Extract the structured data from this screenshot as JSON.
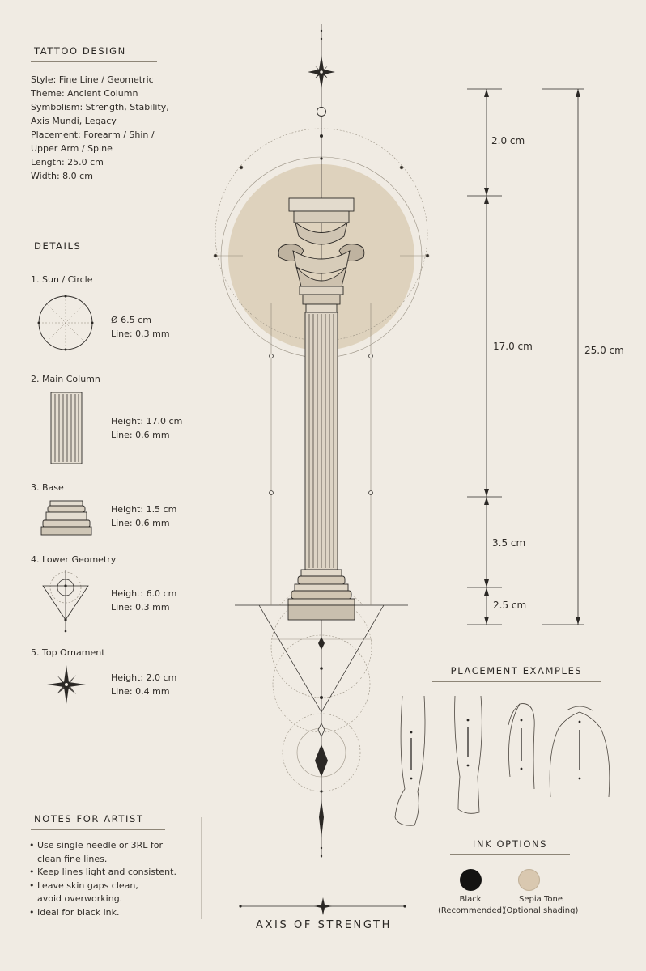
{
  "tattoo_design": {
    "heading": "TATTOO DESIGN",
    "lines": [
      "Style: Fine Line / Geometric",
      "Theme: Ancient Column",
      "Symbolism: Strength, Stability,",
      "Axis Mundi, Legacy",
      "Placement: Forearm / Shin /",
      "Upper Arm / Spine",
      "Length: 25.0 cm",
      "Width: 8.0 cm"
    ]
  },
  "details": {
    "heading": "DETAILS",
    "items": [
      {
        "title": "1. Sun / Circle",
        "spec1": "Ø 6.5 cm",
        "spec2": "Line: 0.3 mm"
      },
      {
        "title": "2. Main Column",
        "spec1": "Height: 17.0 cm",
        "spec2": "Line: 0.6 mm"
      },
      {
        "title": "3. Base",
        "spec1": "Height: 1.5 cm",
        "spec2": "Line: 0.6 mm"
      },
      {
        "title": "4. Lower Geometry",
        "spec1": "Height: 6.0 cm",
        "spec2": "Line: 0.3 mm"
      },
      {
        "title": "5. Top Ornament",
        "spec1": "Height: 2.0 cm",
        "spec2": "Line: 0.4 mm"
      }
    ]
  },
  "dimensions": {
    "top": "2.0 cm",
    "column": "17.0 cm",
    "lower": "3.5 cm",
    "base": "2.5 cm",
    "total": "25.0 cm"
  },
  "notes": {
    "heading": "NOTES FOR ARTIST",
    "items": [
      {
        "line1": "Use single needle or 3RL for",
        "line2": "clean fine lines."
      },
      {
        "line1": "Keep lines light and consistent.",
        "line2": ""
      },
      {
        "line1": "Leave skin gaps clean,",
        "line2": "avoid overworking."
      },
      {
        "line1": "Ideal for black ink.",
        "line2": ""
      }
    ]
  },
  "placement": {
    "heading": "PLACEMENT EXAMPLES"
  },
  "ink_options": {
    "heading": "INK OPTIONS",
    "options": [
      {
        "name": "Black",
        "note": "(Recommended)",
        "color": "#141312"
      },
      {
        "name": "Sepia Tone",
        "note": "(Optional shading)",
        "color": "#d9c8b0"
      }
    ]
  },
  "caption": "AXIS OF STRENGTH",
  "colors": {
    "background": "#f0ebe3",
    "ink": "#2b2825",
    "sun": "#dccfb8"
  }
}
